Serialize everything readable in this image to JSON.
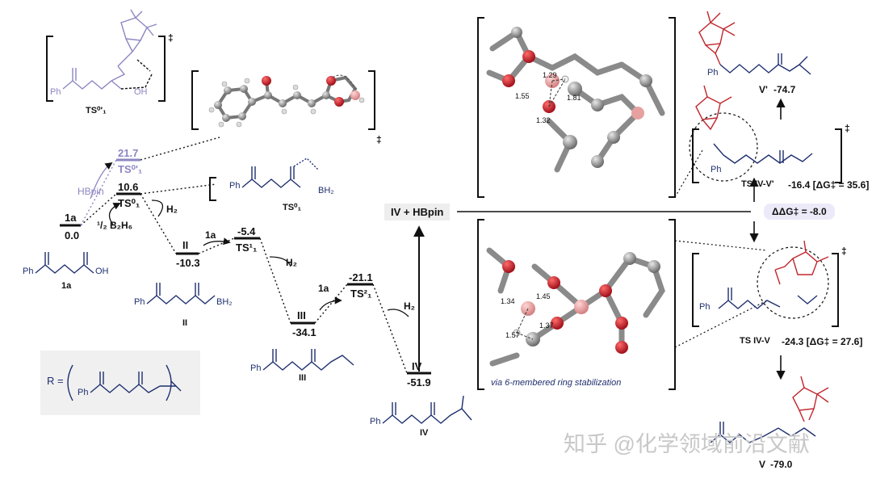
{
  "energy_levels": [
    {
      "id": "1a",
      "label": "1a",
      "value": "0.0"
    },
    {
      "id": "ts01",
      "label": "TS⁰₁",
      "value": "10.6"
    },
    {
      "id": "ts0p1",
      "label": "TS⁰'₁",
      "value": "21.7"
    },
    {
      "id": "ii",
      "label": "II",
      "value": "-10.3"
    },
    {
      "id": "ts11",
      "label": "TS¹₁",
      "value": "-5.4"
    },
    {
      "id": "iii",
      "label": "III",
      "value": "-34.1"
    },
    {
      "id": "ts21",
      "label": "TS²₁",
      "value": "-21.1"
    },
    {
      "id": "iv",
      "label": "IV",
      "value": "-51.9"
    }
  ],
  "annotations": {
    "hbpin": "HBpin",
    "half_b2h6": "¹/₂ B₂H₆",
    "h2": "H₂",
    "one_a": "1a",
    "iv_hbpin": "IV + HBpin",
    "ddg": "ΔΔG‡ = -8.0",
    "via_text": "via 6-membered ring stabilization",
    "watermark": "知乎 @化学领域前沿文献",
    "r_eq": "R ="
  },
  "structures": {
    "ts0p1": "TS⁰'₁",
    "ts01": "TS⁰₁",
    "s1a": "1a",
    "sii": "II",
    "siii": "III",
    "siv": "IV",
    "ph": "Ph",
    "oh": "OH",
    "bh2": "BH₂",
    "v_prime": "V'",
    "v_prime_val": "-74.7",
    "ts_ivvp": "TS IV-V'",
    "ts_ivvp_val": "-16.4 [ΔG‡ = 35.6]",
    "ts_ivv": "TS IV-V",
    "ts_ivv_val": "-24.3 [ΔG‡ = 27.6]",
    "v": "V",
    "v_val": "-79.0"
  },
  "bond_lengths": {
    "top": [
      "1.29",
      "1.55",
      "1.81",
      "1.32"
    ],
    "bottom": [
      "1.34",
      "1.45",
      "1.57",
      "1.37"
    ]
  },
  "colors": {
    "navy": "#1e2f6f",
    "lavender": "#8c86c2",
    "red": "#c0272d",
    "grey_panel": "#f0f0f0"
  }
}
